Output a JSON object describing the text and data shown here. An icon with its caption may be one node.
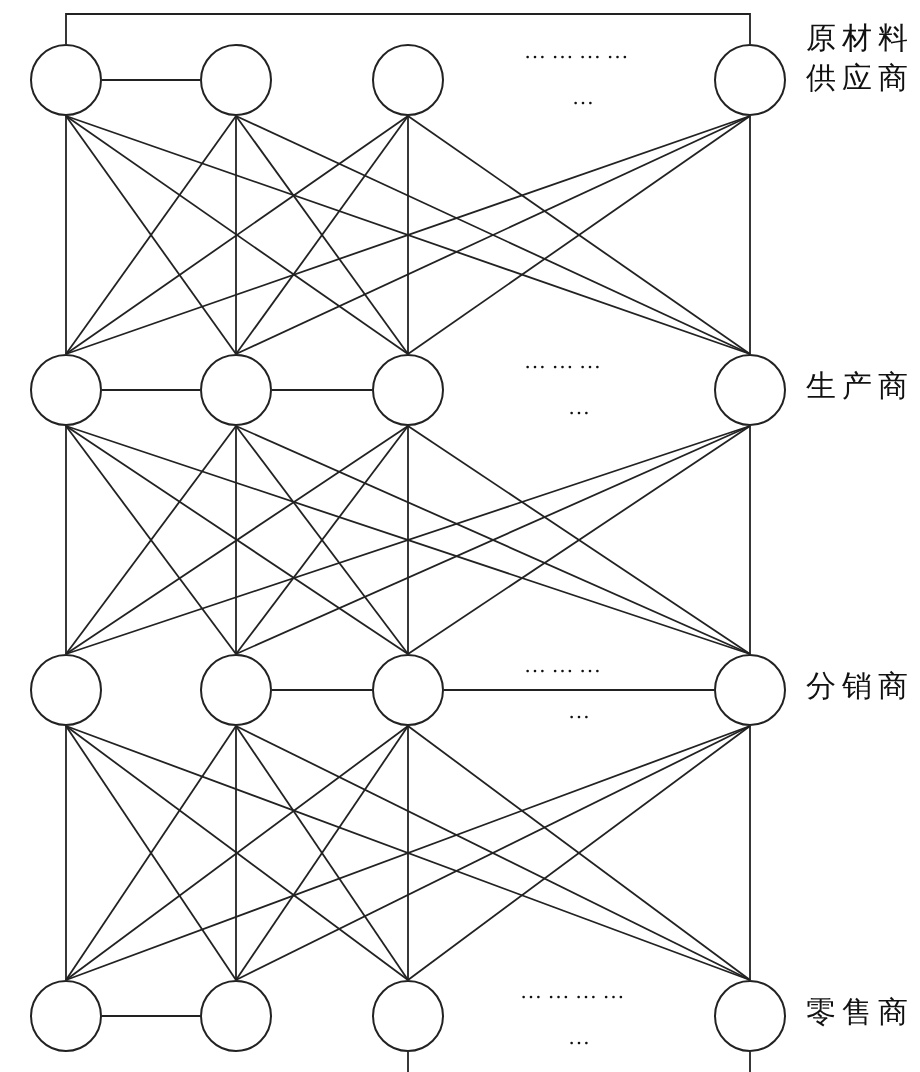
{
  "diagram": {
    "nodes": [
      {
        "text": [],
        "shape": "circle"
      },
      {
        "text": [],
        "shape": "circle"
      },
      {
        "text": [],
        "shape": "circle"
      },
      {
        "text": [],
        "shape": "circle",
        "beside": [
          "原材料供应商"
        ]
      },
      {
        "text": [],
        "shape": "circle"
      },
      {
        "text": [],
        "shape": "circle"
      },
      {
        "text": [],
        "shape": "circle"
      },
      {
        "text": [],
        "shape": "circle",
        "beside": [
          "生产商"
        ]
      },
      {
        "text": [],
        "shape": "circle"
      },
      {
        "text": [],
        "shape": "circle"
      },
      {
        "text": [],
        "shape": "circle"
      },
      {
        "text": [],
        "shape": "circle",
        "beside": [
          "分销商"
        ]
      },
      {
        "text": [],
        "shape": "circle"
      },
      {
        "text": [],
        "shape": "circle"
      },
      {
        "text": [],
        "shape": "circle"
      },
      {
        "text": [],
        "shape": "circle",
        "beside": [
          "零售商"
        ]
      }
    ],
    "edges": [
      {
        "from": 0,
        "to": 3,
        "arrow": "none"
      },
      {
        "from": 0,
        "to": 1,
        "arrow": "none"
      },
      {
        "from": 0,
        "to": 4,
        "arrow": "none"
      },
      {
        "from": 0,
        "to": 5,
        "arrow": "none"
      },
      {
        "from": 0,
        "to": 6,
        "arrow": "none"
      },
      {
        "from": 0,
        "to": 7,
        "arrow": "none"
      },
      {
        "from": 1,
        "to": 4,
        "arrow": "none"
      },
      {
        "from": 1,
        "to": 5,
        "arrow": "none"
      },
      {
        "from": 1,
        "to": 6,
        "arrow": "none"
      },
      {
        "from": 1,
        "to": 7,
        "arrow": "none"
      },
      {
        "from": 2,
        "to": 4,
        "arrow": "none"
      },
      {
        "from": 2,
        "to": 5,
        "arrow": "none"
      },
      {
        "from": 2,
        "to": 6,
        "arrow": "none"
      },
      {
        "from": 2,
        "to": 7,
        "arrow": "none"
      },
      {
        "from": 3,
        "to": 4,
        "arrow": "none"
      },
      {
        "from": 3,
        "to": 5,
        "arrow": "none"
      },
      {
        "from": 3,
        "to": 6,
        "arrow": "none"
      },
      {
        "from": 3,
        "to": 7,
        "arrow": "none"
      },
      {
        "from": 4,
        "to": 5,
        "arrow": "none"
      },
      {
        "from": 5,
        "to": 6,
        "arrow": "none"
      },
      {
        "from": 4,
        "to": 8,
        "arrow": "none"
      },
      {
        "from": 4,
        "to": 9,
        "arrow": "none"
      },
      {
        "from": 4,
        "to": 10,
        "arrow": "none"
      },
      {
        "from": 4,
        "to": 11,
        "arrow": "none"
      },
      {
        "from": 5,
        "to": 8,
        "arrow": "none"
      },
      {
        "from": 5,
        "to": 9,
        "arrow": "none"
      },
      {
        "from": 5,
        "to": 10,
        "arrow": "none"
      },
      {
        "from": 5,
        "to": 11,
        "arrow": "none"
      },
      {
        "from": 6,
        "to": 8,
        "arrow": "none"
      },
      {
        "from": 6,
        "to": 9,
        "arrow": "none"
      },
      {
        "from": 6,
        "to": 10,
        "arrow": "none"
      },
      {
        "from": 6,
        "to": 11,
        "arrow": "none"
      },
      {
        "from": 7,
        "to": 8,
        "arrow": "none"
      },
      {
        "from": 7,
        "to": 9,
        "arrow": "none"
      },
      {
        "from": 7,
        "to": 10,
        "arrow": "none"
      },
      {
        "from": 7,
        "to": 11,
        "arrow": "none"
      },
      {
        "from": 9,
        "to": 10,
        "arrow": "none"
      },
      {
        "from": 10,
        "to": 11,
        "arrow": "none"
      },
      {
        "from": 8,
        "to": 12,
        "arrow": "none"
      },
      {
        "from": 8,
        "to": 13,
        "arrow": "none"
      },
      {
        "from": 8,
        "to": 14,
        "arrow": "none"
      },
      {
        "from": 8,
        "to": 15,
        "arrow": "none"
      },
      {
        "from": 9,
        "to": 12,
        "arrow": "none"
      },
      {
        "from": 9,
        "to": 13,
        "arrow": "none"
      },
      {
        "from": 9,
        "to": 14,
        "arrow": "none"
      },
      {
        "from": 9,
        "to": 15,
        "arrow": "none"
      },
      {
        "from": 10,
        "to": 12,
        "arrow": "none"
      },
      {
        "from": 10,
        "to": 13,
        "arrow": "none"
      },
      {
        "from": 10,
        "to": 14,
        "arrow": "none"
      },
      {
        "from": 10,
        "to": 15,
        "arrow": "none"
      },
      {
        "from": 11,
        "to": 12,
        "arrow": "none"
      },
      {
        "from": 11,
        "to": 13,
        "arrow": "none"
      },
      {
        "from": 11,
        "to": 14,
        "arrow": "none"
      },
      {
        "from": 11,
        "to": 15,
        "arrow": "none"
      },
      {
        "from": 12,
        "to": 13,
        "arrow": "none"
      },
      {
        "from": 14,
        "to": null,
        "arrow": "none"
      },
      {
        "from": 15,
        "to": null,
        "arrow": "none"
      }
    ],
    "labels": [
      "… … … …",
      "…",
      "… … …",
      "…",
      "… … …",
      "…",
      "… … … …",
      "…"
    ]
  }
}
